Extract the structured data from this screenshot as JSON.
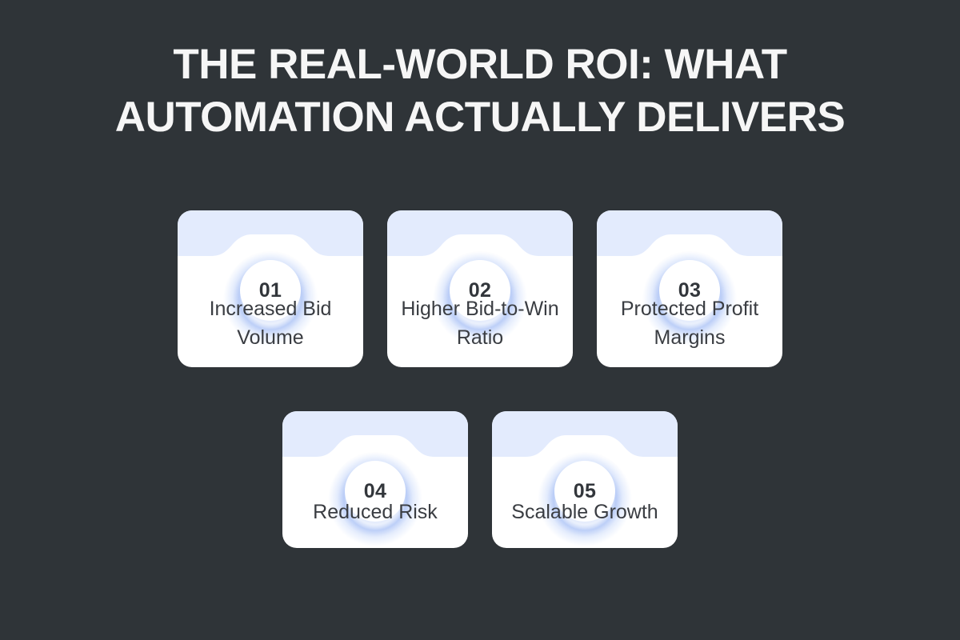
{
  "theme": {
    "background_color": "#2f3438",
    "card_background": "#ffffff",
    "band_color": "#e3ebfd",
    "title_color": "#f6f6f6",
    "label_color": "#3a3d42",
    "number_color": "#32363b",
    "glow_color": "#93b2f5"
  },
  "header": {
    "title": "THE REAL-WORLD ROI: WHAT AUTOMATION ACTUALLY DELIVERS"
  },
  "cards": {
    "row1": [
      {
        "number": "01",
        "label": "Increased Bid Volume"
      },
      {
        "number": "02",
        "label": "Higher Bid-to-Win Ratio"
      },
      {
        "number": "03",
        "label": "Protected Profit Margins"
      }
    ],
    "row2": [
      {
        "number": "04",
        "label": "Reduced Risk"
      },
      {
        "number": "05",
        "label": "Scalable Growth"
      }
    ]
  }
}
